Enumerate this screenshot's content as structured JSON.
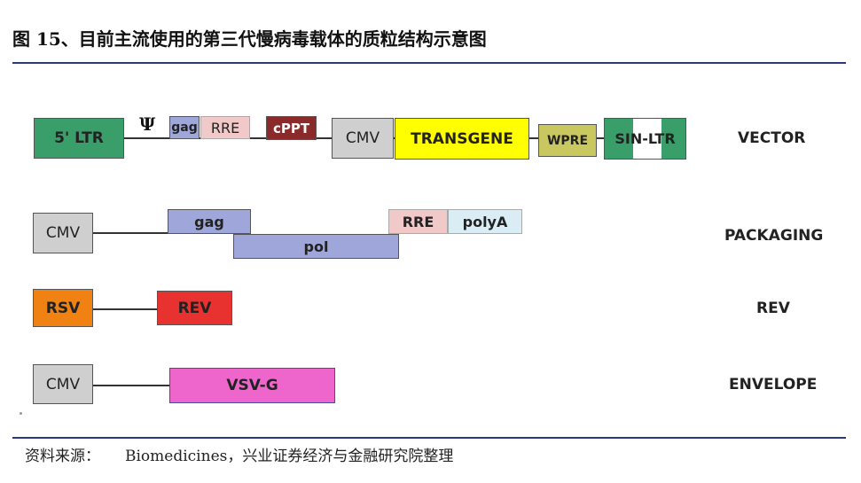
{
  "title": "图 15、目前主流使用的第三代慢病毒载体的质粒结构示意图",
  "source": {
    "prefix": "资料来源：",
    "text": "Biomedicines，兴业证券经济与金融研究院整理"
  },
  "colors": {
    "ltr_green": "#3a9e6a",
    "gray": "#cfcfcf",
    "gag_purple": "#9fa6d9",
    "rre_pink": "#f2c9c9",
    "cppt_brown": "#8b2a2a",
    "transgene_yellow": "#ffff00",
    "wpre_olive": "#c9c860",
    "polya_blue": "#daedf5",
    "rsv_orange": "#f08214",
    "rev_red": "#e8322f",
    "vsvg_magenta": "#ee66cc"
  },
  "diagram": {
    "rows": [
      {
        "name": "VECTOR",
        "elements": [
          "5' LTR",
          "Ψ",
          "gag",
          "RRE",
          "cPPT",
          "CMV",
          "TRANSGENE",
          "WPRE",
          "SIN-LTR"
        ]
      },
      {
        "name": "PACKAGING",
        "elements": [
          "CMV",
          "gag",
          "pol",
          "RRE",
          "polyA"
        ]
      },
      {
        "name": "REV",
        "elements": [
          "RSV",
          "REV"
        ]
      },
      {
        "name": "ENVELOPE",
        "elements": [
          "CMV",
          "VSV-G"
        ]
      }
    ]
  }
}
